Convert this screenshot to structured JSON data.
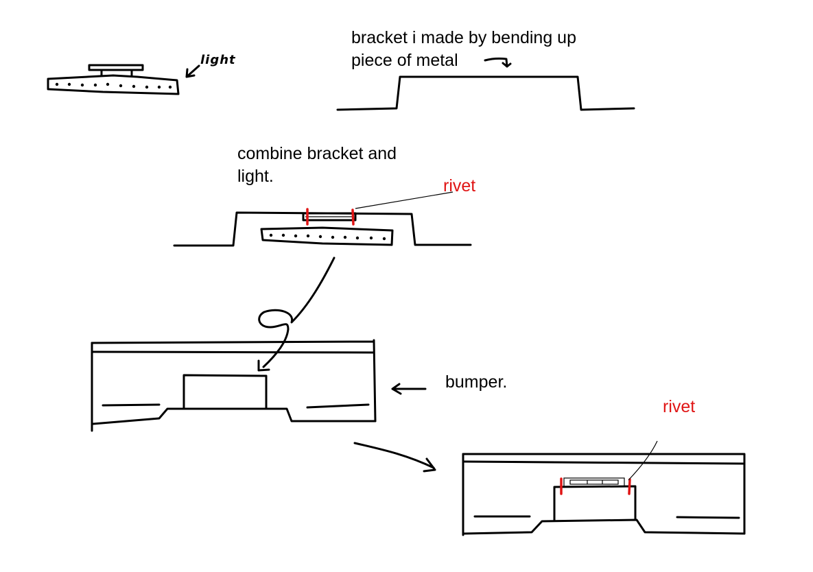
{
  "labels": {
    "light": "light",
    "bracket_line1": "bracket i made by bending up",
    "bracket_line2": "piece of metal",
    "combine_line1": "combine bracket and",
    "combine_line2": "light.",
    "rivet_top": "rivet",
    "bumper": "bumper.",
    "rivet_bottom": "rivet"
  },
  "colors": {
    "ink": "#000000",
    "rivet": "#e01414",
    "background": "#ffffff"
  }
}
